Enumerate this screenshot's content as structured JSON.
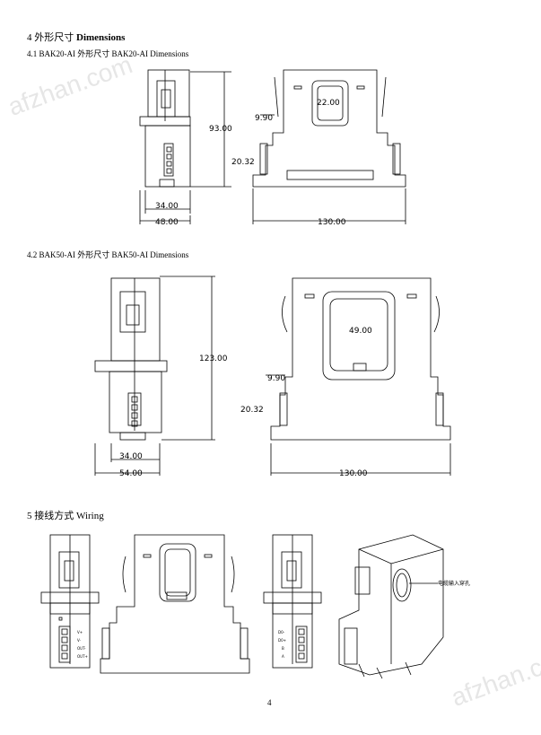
{
  "sections": {
    "s4_title_cn": "4  外形尺寸 ",
    "s4_title_en": "Dimensions",
    "s41": "4.1 BAK20-AI 外形尺寸  BAK20-AI Dimensions",
    "s42": "4.2 BAK50-AI 外形尺寸  BAK50-AI Dimensions",
    "s5": "5  接线方式  Wiring"
  },
  "dims1": {
    "h": "93.00",
    "w1": "34.00",
    "w2": "48.00",
    "hole": "22.00",
    "pitch": "9.90",
    "term": "20.32",
    "len": "130.00"
  },
  "dims2": {
    "h": "123.00",
    "w1": "34.00",
    "w2": "54.00",
    "hole": "49.00",
    "pitch": "9.90",
    "term": "20.32",
    "len": "130.00"
  },
  "wiring": {
    "left_pins": [
      "V+",
      "V-",
      "OUT-",
      "OUT+"
    ],
    "right_pins": [
      "D0-",
      "D0+",
      "B",
      "A"
    ],
    "cable_hole": "电缆输入穿孔"
  },
  "page_number": "4",
  "watermark": "afzhan.com"
}
